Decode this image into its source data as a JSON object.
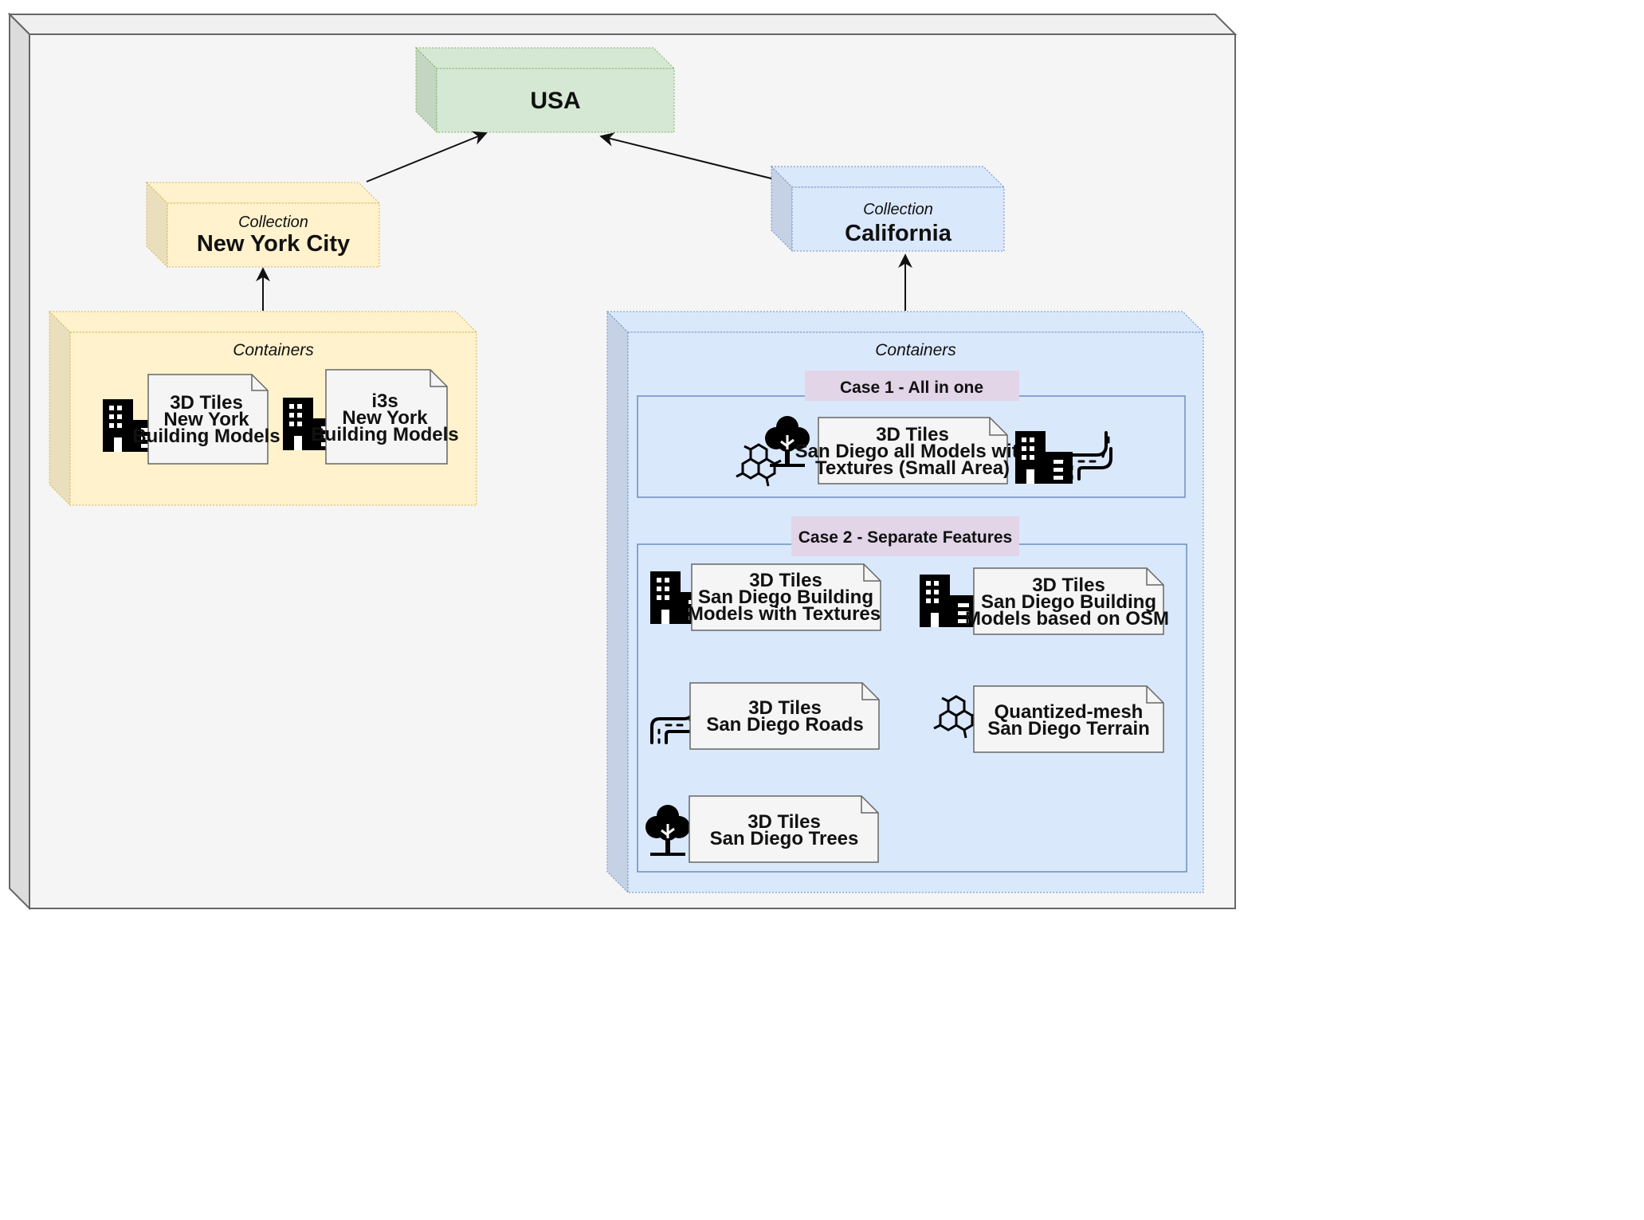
{
  "top": {
    "title": "USA"
  },
  "nyc": {
    "caption": "Collection",
    "title": "New York City",
    "containers_label": "Containers"
  },
  "california": {
    "caption": "Collection",
    "title": "California",
    "containers_label": "Containers"
  },
  "nyc_docs": [
    {
      "lines": [
        "3D Tiles",
        "New York",
        "Building Models"
      ]
    },
    {
      "lines": [
        "i3s",
        "New York",
        "Building Models"
      ]
    }
  ],
  "case1": {
    "label": "Case 1 - All in one",
    "doc": {
      "lines": [
        "3D Tiles",
        "San Diego all Models with",
        "Textures (Small Area)"
      ]
    }
  },
  "case2": {
    "label": "Case 2 - Separate Features",
    "docs": [
      {
        "lines": [
          "3D Tiles",
          "San Diego Building",
          "Models with Textures"
        ]
      },
      {
        "lines": [
          "3D Tiles",
          "San Diego Building",
          "Models based on OSM"
        ]
      },
      {
        "lines": [
          "3D Tiles",
          "San Diego Roads"
        ]
      },
      {
        "lines": [
          "Quantized-mesh",
          "San Diego Terrain"
        ]
      },
      {
        "lines": [
          "3D Tiles",
          "San Diego Trees"
        ]
      }
    ]
  },
  "icons": [
    "building-icon",
    "tree-icon",
    "terrain-mesh-icon",
    "road-icon"
  ],
  "colors": {
    "outer_fill": "#f5f5f5",
    "outer_side": "#dcdcdc",
    "outer_stroke": "#666666",
    "usa_fill": "#d5e8d4",
    "usa_side": "#c2d6c1",
    "usa_stroke": "#82b366",
    "nyc_fill": "#fff2cc",
    "nyc_side": "#eadfbc",
    "nyc_stroke": "#d6b656",
    "ca_fill": "#dae8fc",
    "ca_side": "#c5d2e6",
    "ca_stroke": "#6c8ebf",
    "case_label_fill": "#e1d5e7",
    "doc_fill": "#f5f5f5",
    "doc_stroke": "#666666"
  }
}
